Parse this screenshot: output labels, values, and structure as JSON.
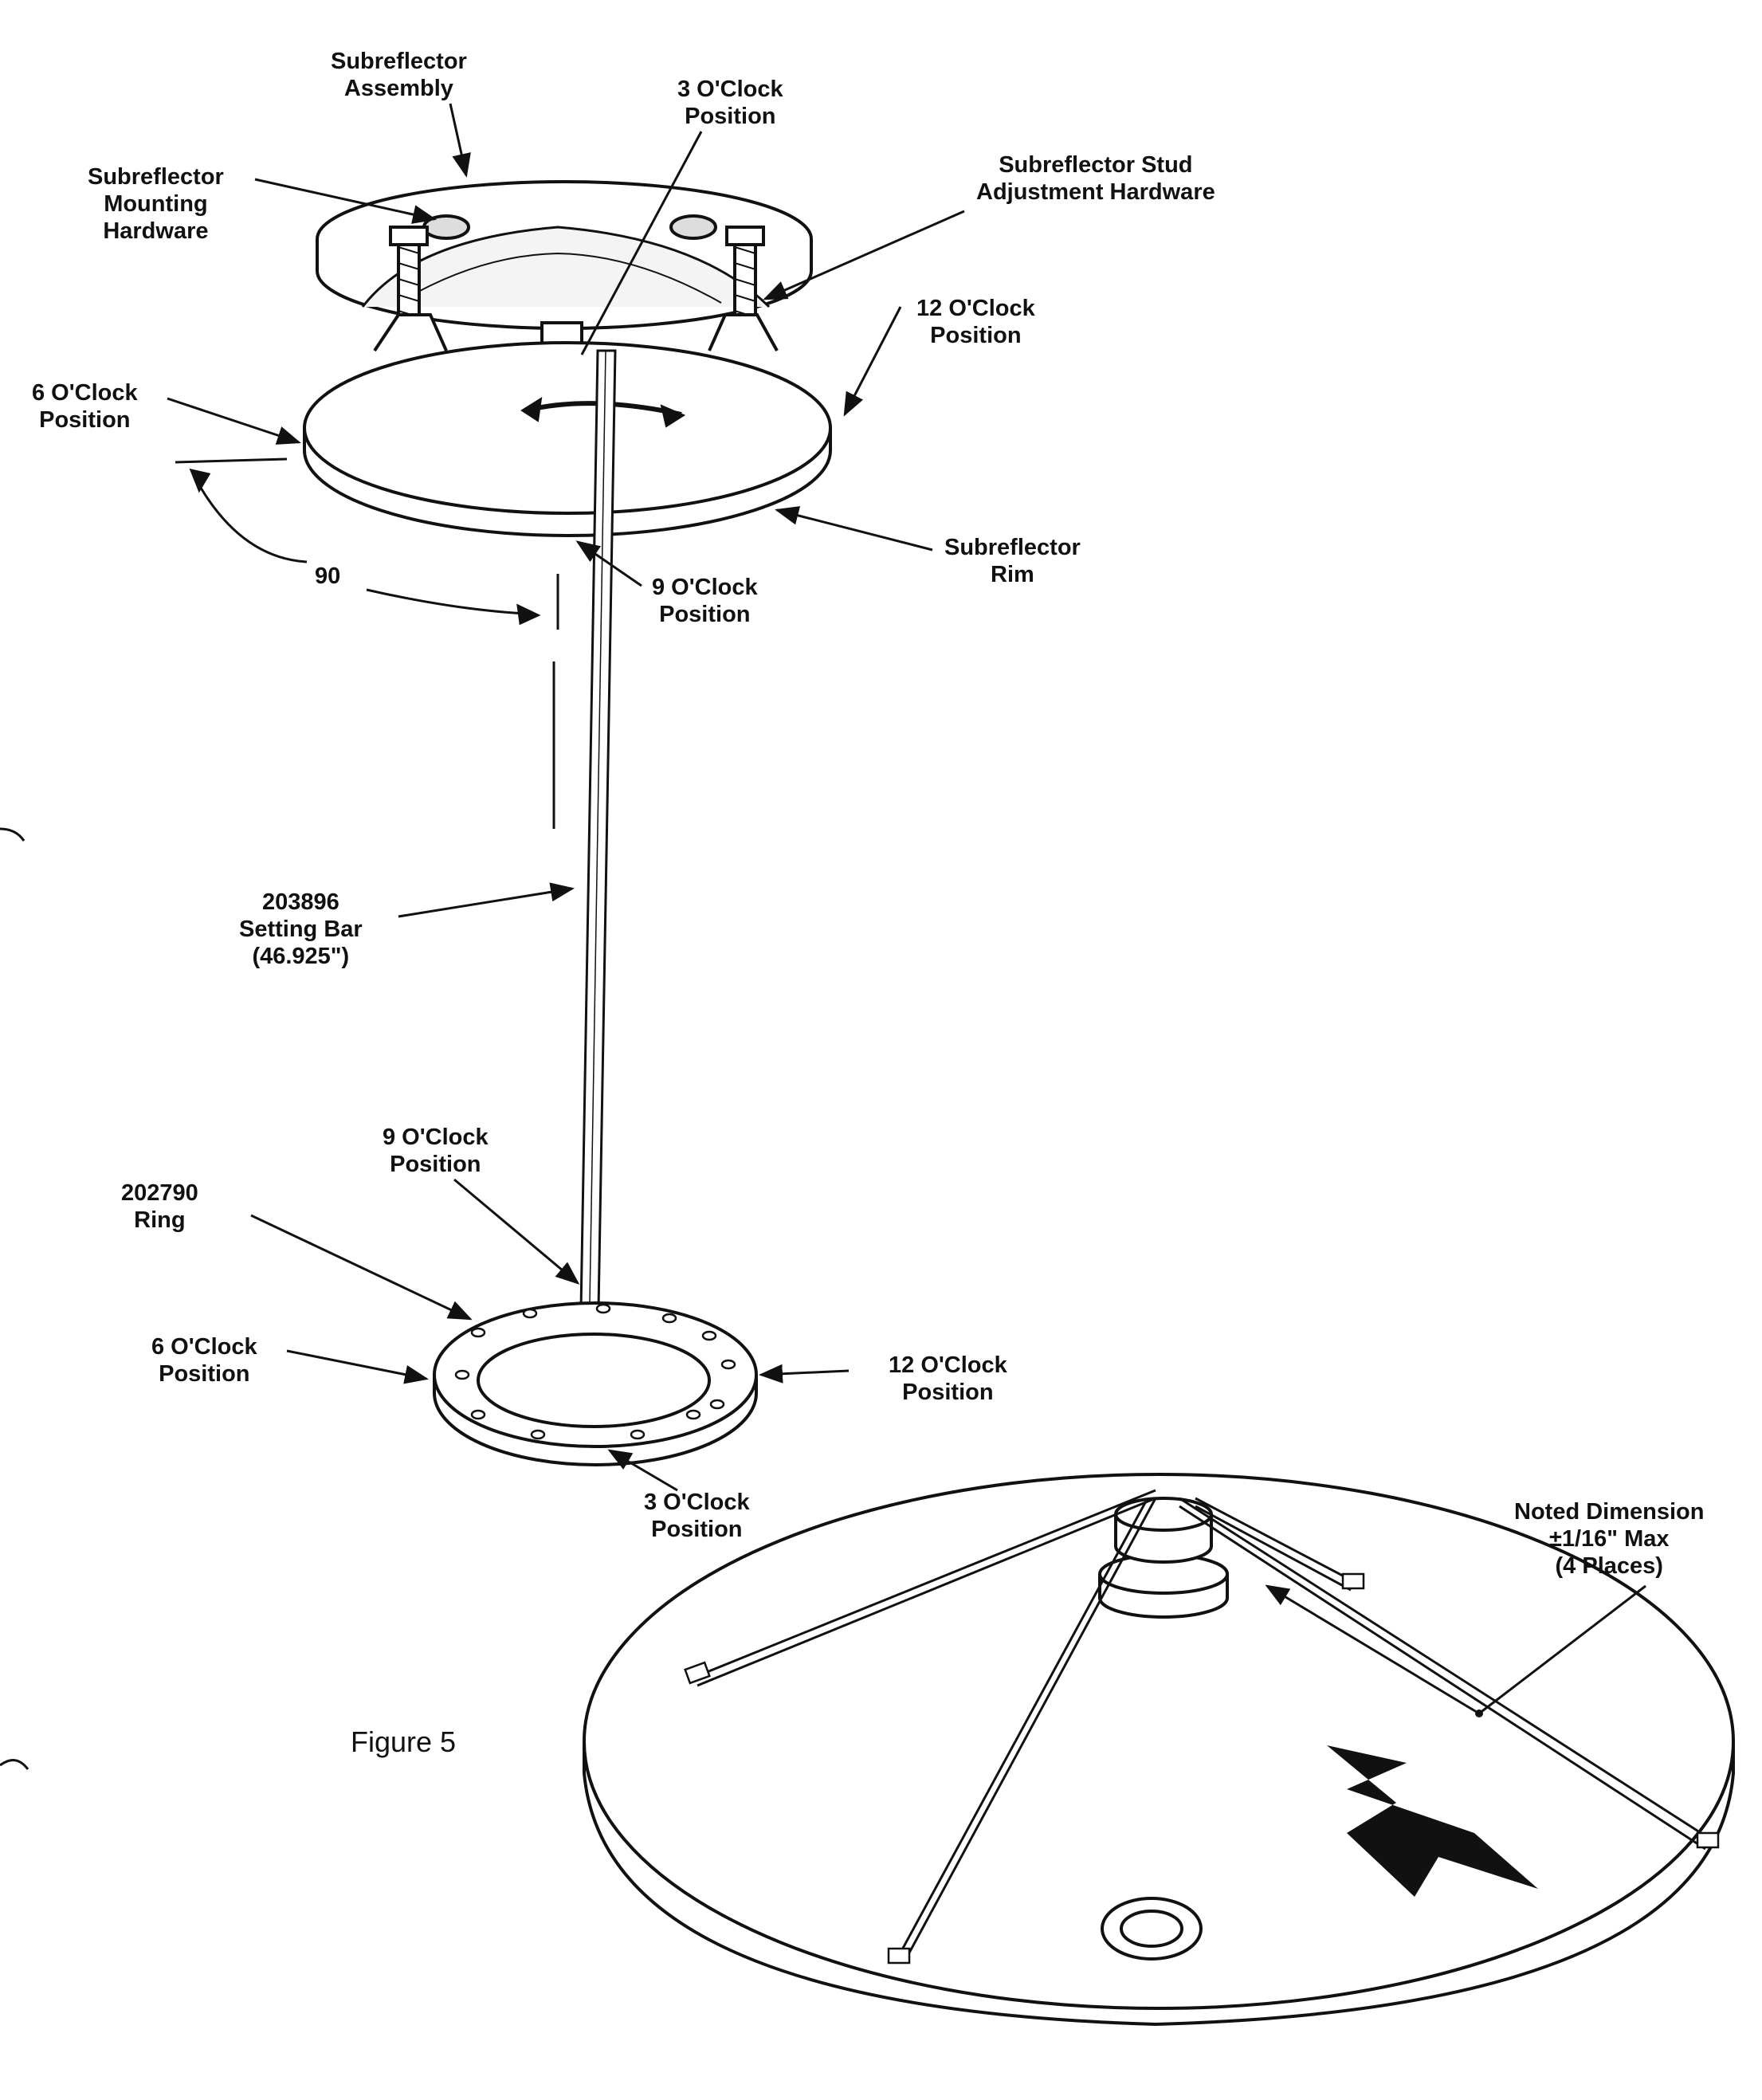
{
  "labels": {
    "subreflector_assembly": [
      "Subreflector",
      "Assembly"
    ],
    "three_oclock_top": [
      "3 O'Clock",
      "Position"
    ],
    "mounting_hardware": [
      "Subreflector",
      "Mounting",
      "Hardware"
    ],
    "stud_adjustment": [
      "Subreflector Stud",
      "Adjustment Hardware"
    ],
    "twelve_oclock_top": [
      "12 O'Clock",
      "Position"
    ],
    "six_oclock_top": [
      "6 O'Clock",
      "Position"
    ],
    "subreflector_rim": [
      "Subreflector",
      "Rim"
    ],
    "angle_90": "90",
    "nine_oclock_top": [
      "9 O'Clock",
      "Position"
    ],
    "setting_bar": [
      "203896",
      "Setting Bar",
      "(46.925\")"
    ],
    "nine_oclock_ring": [
      "9 O'Clock",
      "Position"
    ],
    "ring": [
      "202790",
      "Ring"
    ],
    "six_oclock_ring": [
      "6 O'Clock",
      "Position"
    ],
    "twelve_oclock_ring": [
      "12 O'Clock",
      "Position"
    ],
    "three_oclock_ring": [
      "3 O'Clock",
      "Position"
    ],
    "noted_dimension": [
      "Noted Dimension",
      "±1/16\" Max",
      "(4 Places)"
    ]
  },
  "figure_caption": "Figure 5",
  "colors": {
    "ink": "#111111",
    "paper": "#ffffff",
    "shade": "#cfcfcf"
  }
}
